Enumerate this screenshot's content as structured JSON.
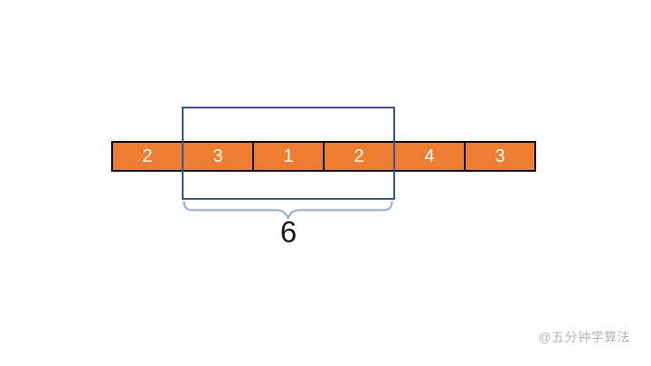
{
  "diagram": {
    "array": {
      "values": [
        2,
        3,
        1,
        2,
        4,
        3
      ]
    },
    "window": {
      "covered_values": [
        3,
        1,
        2
      ],
      "sum_label": "6"
    },
    "watermark": "@五分钟学算法",
    "colors": {
      "cell_fill": "#ED7D31",
      "cell_border": "#000000",
      "cell_text": "#FFFFFF",
      "window_border": "#2F5597",
      "brace": "#8FAADC",
      "sum_text": "#1A1A1A",
      "watermark_text": "#B5B5B5",
      "background": "#FFFFFF"
    }
  }
}
